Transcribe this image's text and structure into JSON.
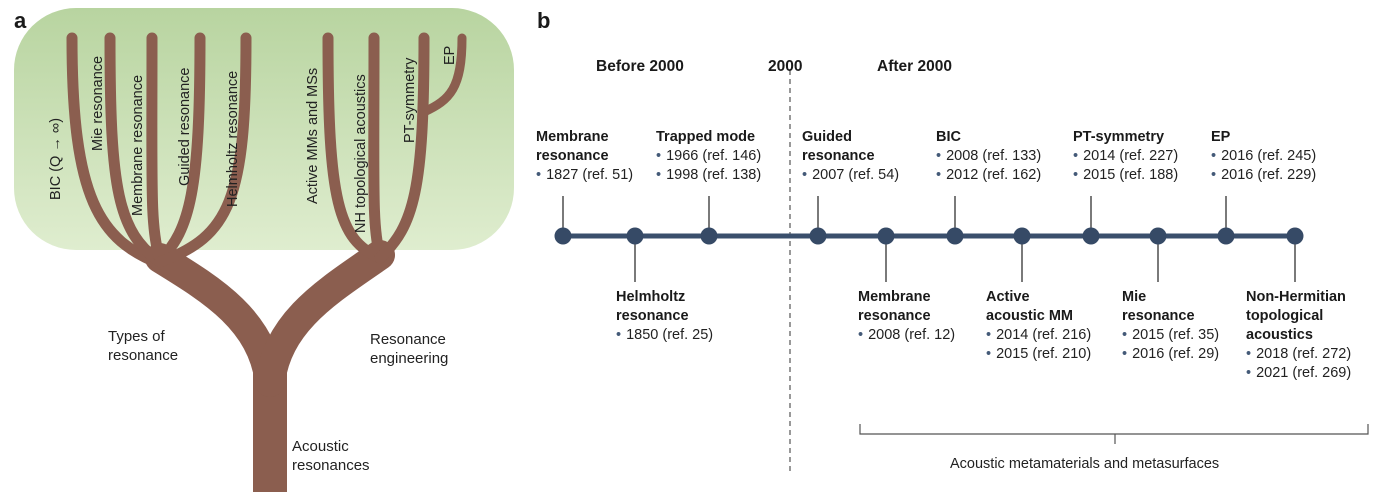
{
  "panels": {
    "a": "a",
    "b": "b"
  },
  "colors": {
    "canopy": "#b8d4a0",
    "canopy_light": "#dfedcf",
    "trunk": "#8b5e4f",
    "timeline": "#3a4f6c",
    "node": "#364a66"
  },
  "tree": {
    "branches": [
      "BIC (Q → ∞)",
      "Mie resonance",
      "Membrane resonance",
      "Guided resonance",
      "Helmholtz resonance",
      "Active MMs and MSs",
      "NH topological acoustics",
      "PT-symmetry",
      "EP"
    ],
    "left_group": [
      "Types of",
      "resonance"
    ],
    "right_group": [
      "Resonance",
      "engineering"
    ],
    "trunk_label": [
      "Acoustic",
      "resonances"
    ]
  },
  "timeline": {
    "periods": {
      "before": "Before 2000",
      "mid": "2000",
      "after": "After 2000"
    },
    "events_above": [
      {
        "title": [
          "Membrane",
          "resonance"
        ],
        "refs": [
          "1827 (ref. 51)"
        ]
      },
      {
        "title": [
          "Trapped mode"
        ],
        "refs": [
          "1966 (ref. 146)",
          "1998 (ref. 138)"
        ]
      },
      {
        "title": [
          "Guided",
          "resonance"
        ],
        "refs": [
          "2007 (ref. 54)"
        ]
      },
      {
        "title": [
          "BIC"
        ],
        "refs": [
          "2008 (ref. 133)",
          "2012 (ref. 162)"
        ]
      },
      {
        "title": [
          "PT-symmetry"
        ],
        "refs": [
          "2014 (ref. 227)",
          "2015 (ref. 188)"
        ]
      },
      {
        "title": [
          "EP"
        ],
        "refs": [
          "2016 (ref. 245)",
          "2016 (ref. 229)"
        ]
      }
    ],
    "events_below": [
      {
        "title": [
          "Helmholtz",
          "resonance"
        ],
        "refs": [
          "1850 (ref. 25)"
        ]
      },
      {
        "title": [
          "Membrane",
          "resonance"
        ],
        "refs": [
          "2008 (ref. 12)"
        ]
      },
      {
        "title": [
          "Active",
          "acoustic MM"
        ],
        "refs": [
          "2014 (ref. 216)",
          "2015 (ref. 210)"
        ]
      },
      {
        "title": [
          "Mie",
          "resonance"
        ],
        "refs": [
          "2015 (ref. 35)",
          "2016 (ref. 29)"
        ]
      },
      {
        "title": [
          "Non-Hermitian",
          "topological",
          "acoustics"
        ],
        "refs": [
          "2018 (ref. 272)",
          "2021 (ref. 269)"
        ]
      }
    ],
    "bracket_label": "Acoustic metamaterials and metasurfaces"
  }
}
